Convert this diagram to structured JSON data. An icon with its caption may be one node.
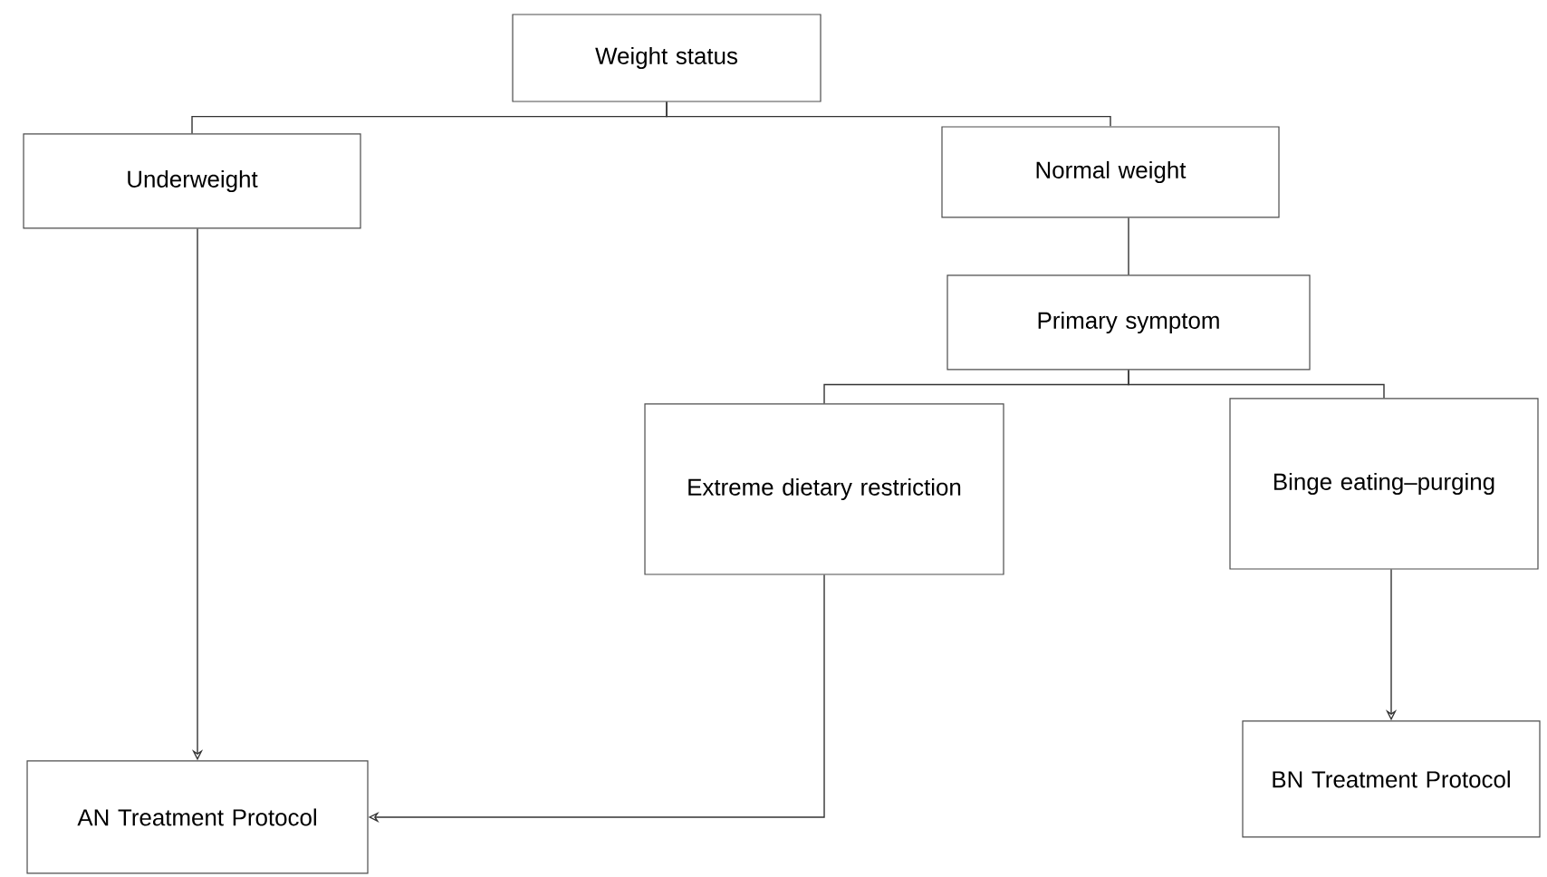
{
  "diagram": {
    "nodes": [
      {
        "text": [
          "Weight status"
        ]
      },
      {
        "text": [
          "Underweight"
        ]
      },
      {
        "text": [
          "Normal weight"
        ]
      },
      {
        "text": [
          "Primary symptom"
        ]
      },
      {
        "text": [
          "Extreme dietary restriction"
        ]
      },
      {
        "text": [
          "Binge eating–purging"
        ]
      },
      {
        "text": [
          "AN Treatment Protocol"
        ]
      },
      {
        "text": [
          "BN Treatment Protocol"
        ]
      }
    ],
    "edges": [
      {
        "from": 0,
        "to": 1,
        "arrow": "none"
      },
      {
        "from": 0,
        "to": 2,
        "arrow": "none"
      },
      {
        "from": 2,
        "to": 3,
        "arrow": "none"
      },
      {
        "from": 3,
        "to": 4,
        "arrow": "none"
      },
      {
        "from": 3,
        "to": 5,
        "arrow": "none"
      },
      {
        "from": 1,
        "to": 6,
        "arrow": "to"
      },
      {
        "from": 4,
        "to": 6,
        "arrow": "to"
      },
      {
        "from": 5,
        "to": 7,
        "arrow": "to"
      }
    ]
  }
}
